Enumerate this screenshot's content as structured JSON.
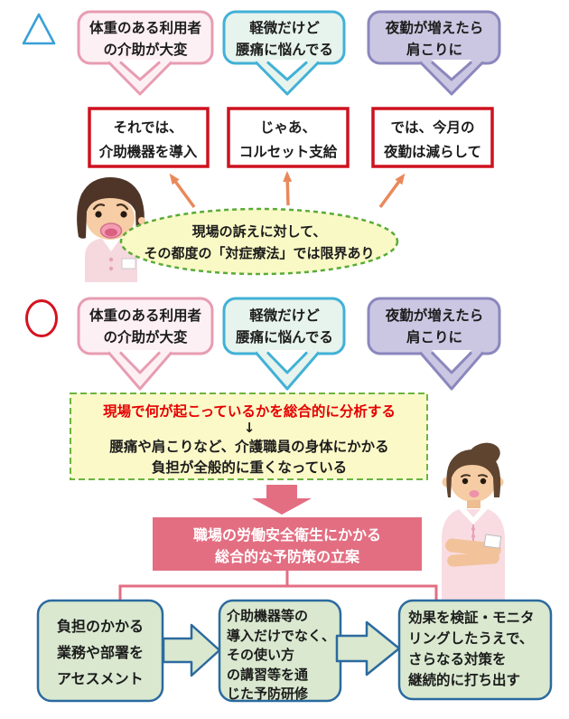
{
  "colors": {
    "bubble_pink_border": "#e79cb2",
    "bubble_pink_fill": "#fdf0f4",
    "bubble_cyan_border": "#41b1d6",
    "bubble_cyan_fill": "#e7f3ed",
    "bubble_purple_border": "#8b87bd",
    "bubble_purple_fill": "#cbc7e2",
    "response_box_border": "#ce121f",
    "limitation_ellipse_fill": "#f9f9c5",
    "limitation_ellipse_border": "#5aab38",
    "analysis_box_fill": "#fbf9c8",
    "analysis_box_border": "#6cb43f",
    "analysis_highlight_text": "#e60000",
    "orange_arrow": "#e9895b",
    "rose_accent": "#e36e82",
    "step_box_fill": "#d9e8cf",
    "step_box_border": "#2b6a9f",
    "triangle_marker": "#3aa0d8",
    "circle_marker": "#d5121e"
  },
  "section_problem": {
    "marker": "triangle",
    "bubbles": [
      {
        "line1": "体重のある利用者",
        "line2": "の介助が大変"
      },
      {
        "line1": "軽微だけど",
        "line2": "腰痛に悩んでる"
      },
      {
        "line1": "夜勤が増えたら",
        "line2": "肩こりに"
      }
    ],
    "responses": [
      {
        "line1": "それでは、",
        "line2": "介助機器を導入"
      },
      {
        "line1": "じゃあ、",
        "line2": "コルセット支給"
      },
      {
        "line1": "では、今月の",
        "line2": "夜勤は減らして"
      }
    ],
    "limitation": {
      "line1": "現場の訴えに対して、",
      "line2": "その都度の「対症療法」では限界あり"
    }
  },
  "section_solution": {
    "marker": "circle",
    "bubbles": [
      {
        "line1": "体重のある利用者",
        "line2": "の介助が大変"
      },
      {
        "line1": "軽微だけど",
        "line2": "腰痛に悩んでる"
      },
      {
        "line1": "夜勤が増えたら",
        "line2": "肩こりに"
      }
    ],
    "analysis": {
      "highlight": "現場で何が起こっているかを総合的に分析する",
      "arrow_glyph": "↓",
      "line1": "腰痛や肩こりなど、介護職員の身体にかかる",
      "line2": "負担が全般的に重くなっている"
    },
    "plan": {
      "line1": "職場の労働安全衛生にかかる",
      "line2": "総合的な予防策の立案"
    },
    "steps": [
      {
        "line1": "負担のかかる",
        "line2": "業務や部署を",
        "line3": "アセスメント"
      },
      {
        "line1": "介助機器等の",
        "line2": "導入だけでなく、",
        "line3": "その使い方",
        "line4": "の講習等を通",
        "line5": "じた予防研修"
      },
      {
        "line1": "効果を検証・モニタ",
        "line2": "リングしたうえで、",
        "line3": "さらなる対策を",
        "line4": "継続的に打ち出す"
      }
    ]
  }
}
